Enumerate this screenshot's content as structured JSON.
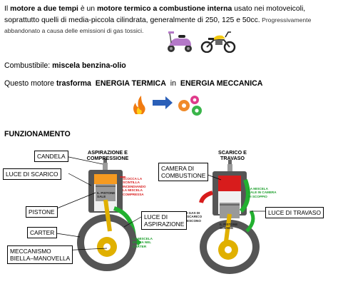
{
  "intro": {
    "p1": "Il ",
    "b1": "motore a due tempi",
    "p2": " è un ",
    "b2": "motore termico a combustione interna",
    "p3": " usato nei motoveicoli, soprattutto quelli di media-piccola cilindrata, generalmente di 250, 125 e 50cc.",
    "small": " Progressivamente abbandonato a causa delle emissioni di gas tossici."
  },
  "fuel": {
    "label": "Combustibile: ",
    "value": "miscela benzina-olio"
  },
  "transform": {
    "p1": "Questo motore ",
    "b1": "trasforma",
    "b2": "ENERGIA TERMICA",
    "p2": "in",
    "b3": "ENERGIA MECCANICA"
  },
  "heading": "FUNZIONAMENTO",
  "left_engine": {
    "caption": "ASPIRAZIONE E\nCOMPRESSIONE",
    "labels": {
      "candela": "CANDELA",
      "luce_scarico": "LUCE DI SCARICO",
      "pistone": "PISTONE",
      "carter": "CARTER",
      "meccanismo": "MECCANISMO\nBIELLA–MANOVELLA",
      "luce_aspirazione": "LUCE DI\nASPIRAZIONE"
    },
    "notes": {
      "spark": "SCOCCA LA\nSCINTILLA\nINCENDIANDO\nLA MISCELA\nCOMPRESSA",
      "piston": "IL PISTONE\nSALE",
      "intake": "LA MISCELA\nENTRA NEL\nCARTER"
    }
  },
  "right_engine": {
    "caption": "SCARICO E\nTRAVASO",
    "labels": {
      "camera": "CAMERA DI\nCOMBUSTIONE",
      "luce_travaso": "LUCE DI TRAVASO"
    },
    "notes": {
      "transfer": "LA MISCELA\nSALE IN CAMERA\nDI SCOPPIO",
      "exhaust": "I GAS DI\nSCARICO\nESCONO",
      "piston": "IL PISTONE\nSCENDE"
    }
  },
  "colors": {
    "green": "#22b030",
    "red": "#d81c1c",
    "piston": "#8a8a8a",
    "crank": "#e0b000",
    "body": "#555555"
  }
}
